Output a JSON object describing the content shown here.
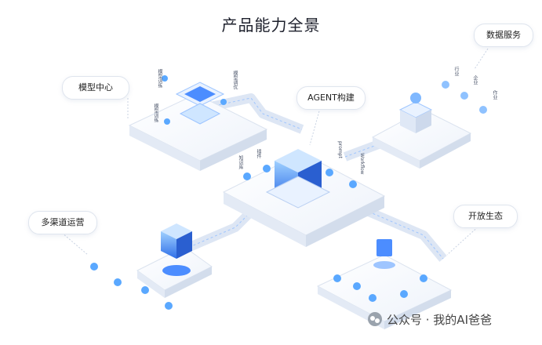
{
  "title": "产品能力全景",
  "callouts": {
    "model_center": "模型中心",
    "agent": "AGENT构建",
    "data_service": "数据服务",
    "multichannel": "多渠道运营",
    "open_ecosystem": "开放生态"
  },
  "small_labels": {
    "model_train_1": "模型训练",
    "model_train_2": "模型训练",
    "model_optimize": "模型调优",
    "knowledge_base": "知识库",
    "plugin": "插件",
    "prompt": "prompt",
    "workflow": "Workflow",
    "industry": "行业",
    "enterprise": "企业",
    "work": "作业"
  },
  "watermark": {
    "text": "公众号 · 我的AI爸爸"
  },
  "colors": {
    "accent": "#3b7bff",
    "cube": "#5aa8ff",
    "platform": "#eef3fb",
    "path": "#dde6f4"
  }
}
